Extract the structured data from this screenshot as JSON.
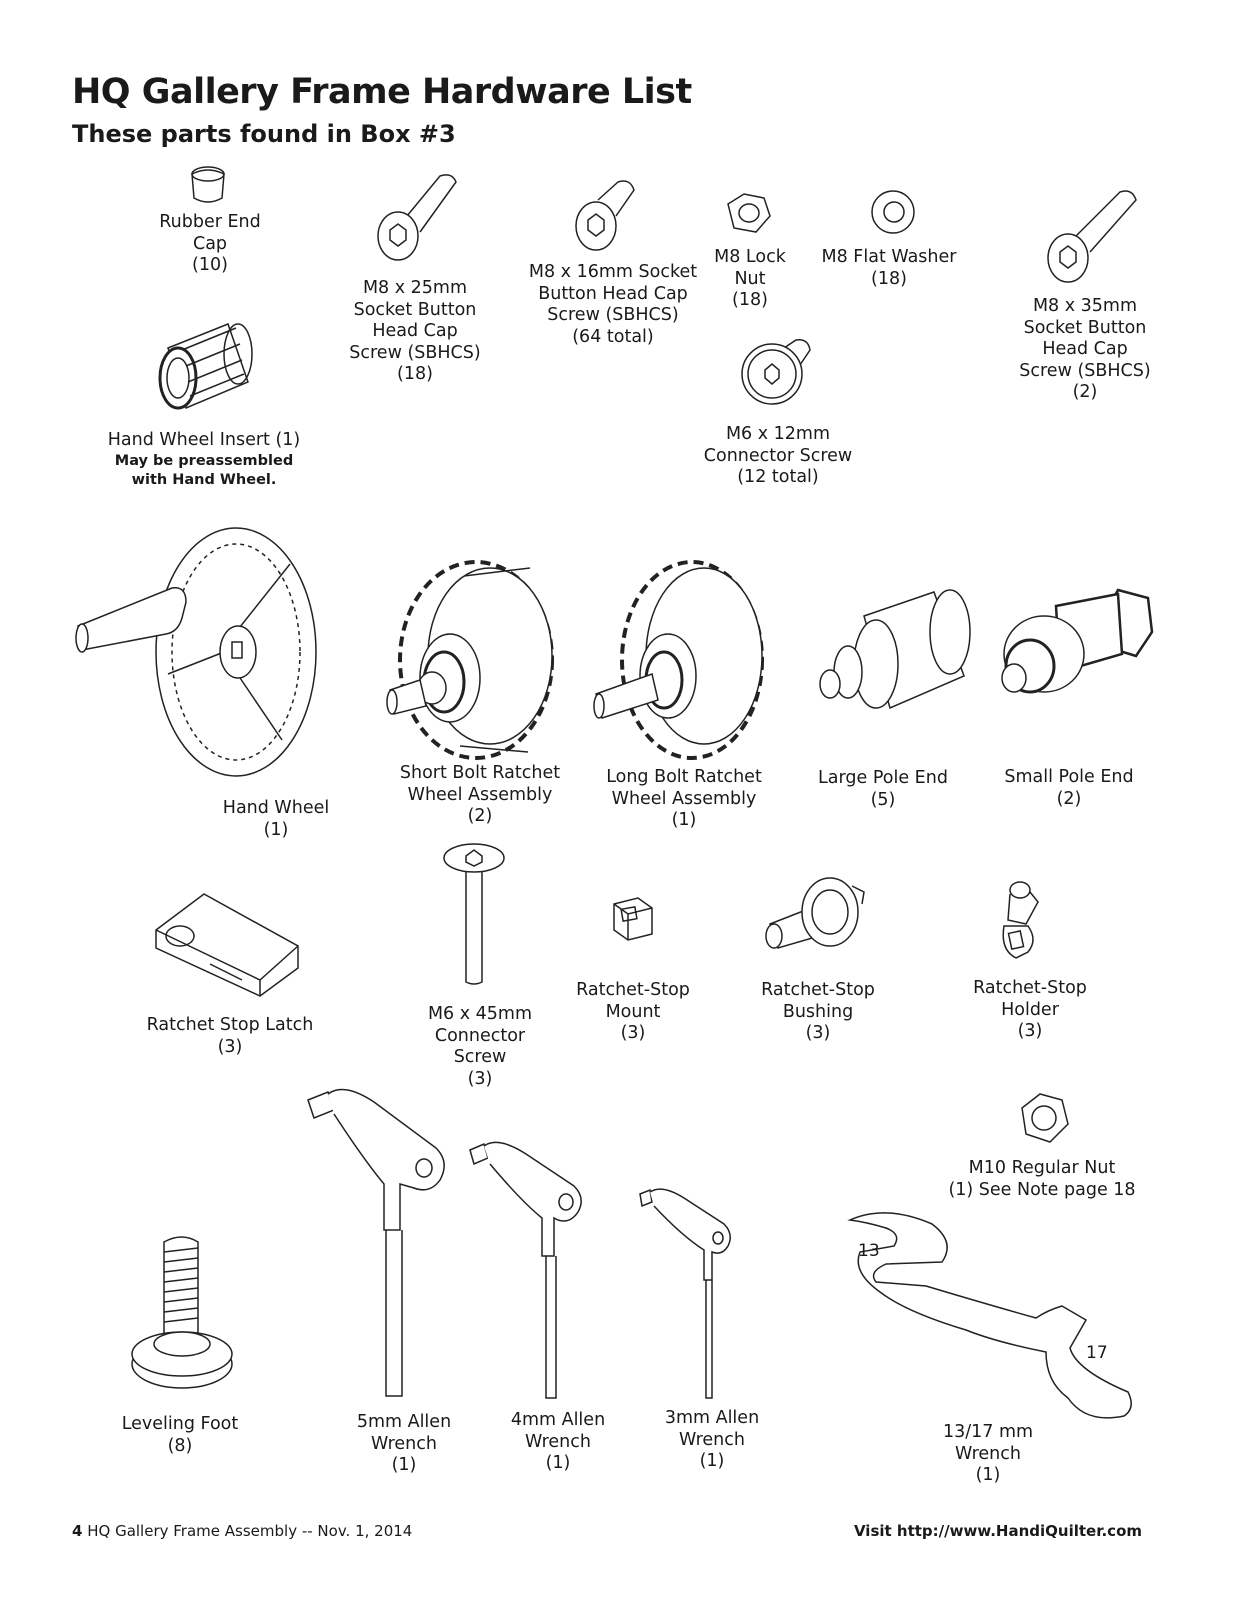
{
  "header": {
    "title": "HQ Gallery Frame Hardware List",
    "subtitle": "These parts found in Box #3"
  },
  "parts": {
    "rubber_end_cap": {
      "label": "Rubber End\nCap\n(10)"
    },
    "m8x25": {
      "label": "M8 x 25mm\nSocket Button\nHead Cap\nScrew (SBHCS)\n(18)"
    },
    "m8x16": {
      "label": "M8 x 16mm Socket\nButton Head Cap\nScrew (SBHCS)\n(64 total)"
    },
    "m8_lock_nut": {
      "label": "M8 Lock\nNut\n(18)"
    },
    "m8_flat_washer": {
      "label": "M8  Flat Washer\n(18)"
    },
    "m8x35": {
      "label": "M8 x 35mm\nSocket Button\nHead Cap\nScrew (SBHCS)\n(2)"
    },
    "hand_wheel_insert": {
      "label": "Hand Wheel Insert (1)",
      "note": "May be preassembled\nwith Hand Wheel."
    },
    "m6x12": {
      "label": "M6 x 12mm\nConnector Screw\n(12 total)"
    },
    "hand_wheel": {
      "label": "Hand Wheel\n(1)"
    },
    "short_bolt": {
      "label": "Short Bolt Ratchet\nWheel Assembly\n(2)"
    },
    "long_bolt": {
      "label": "Long Bolt Ratchet\nWheel Assembly\n(1)"
    },
    "large_pole_end": {
      "label": "Large Pole End\n(5)"
    },
    "small_pole_end": {
      "label": "Small Pole End\n(2)"
    },
    "ratchet_stop_latch": {
      "label": "Ratchet Stop Latch\n(3)"
    },
    "m6x45": {
      "label": "M6 x 45mm\nConnector\nScrew\n(3)"
    },
    "ratchet_stop_mount": {
      "label": "Ratchet-Stop\nMount\n(3)"
    },
    "ratchet_stop_bushing": {
      "label": "Ratchet-Stop\nBushing\n(3)"
    },
    "ratchet_stop_holder": {
      "label": "Ratchet-Stop\nHolder\n(3)"
    },
    "m10_nut": {
      "label": "M10 Regular Nut\n(1) See Note page 18"
    },
    "leveling_foot": {
      "label": "Leveling Foot\n(8)"
    },
    "allen_5mm": {
      "label": "5mm Allen\nWrench\n(1)"
    },
    "allen_4mm": {
      "label": "4mm Allen\nWrench\n(1)"
    },
    "allen_3mm": {
      "label": "3mm Allen\nWrench\n(1)"
    },
    "wrench_1317": {
      "label": "13/17 mm\nWrench\n(1)",
      "mark_13": "13",
      "mark_17": "17"
    }
  },
  "footer": {
    "page_number": "4",
    "doc": "HQ Gallery Frame Assembly -- Nov. 1, 2014",
    "website": "Visit http://www.HandiQuilter.com"
  },
  "colors": {
    "ink": "#1a1a1a",
    "paper": "#ffffff"
  }
}
